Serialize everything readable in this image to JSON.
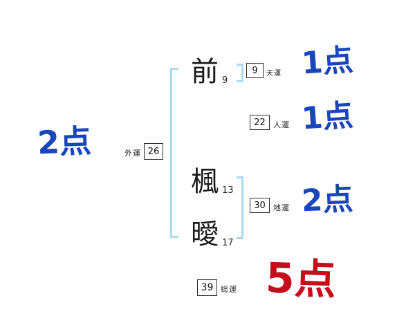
{
  "name_chars": [
    {
      "char": "前",
      "strokes": "9"
    },
    {
      "char": "楓",
      "strokes": "13"
    },
    {
      "char": "曖",
      "strokes": "17"
    }
  ],
  "fortunes": {
    "ten": {
      "label": "天運",
      "value": "9",
      "score": "1点"
    },
    "jin": {
      "label": "人運",
      "value": "22",
      "score": "1点"
    },
    "gai": {
      "label": "外運",
      "value": "26",
      "score": "2点"
    },
    "chi": {
      "label": "地運",
      "value": "30",
      "score": "2点"
    },
    "sou": {
      "label": "総運",
      "value": "39",
      "score": "5点"
    }
  },
  "colors": {
    "score_blue": "#1a46bb",
    "score_red": "#c50d1c",
    "bracket_blue": "#a9dcec"
  }
}
